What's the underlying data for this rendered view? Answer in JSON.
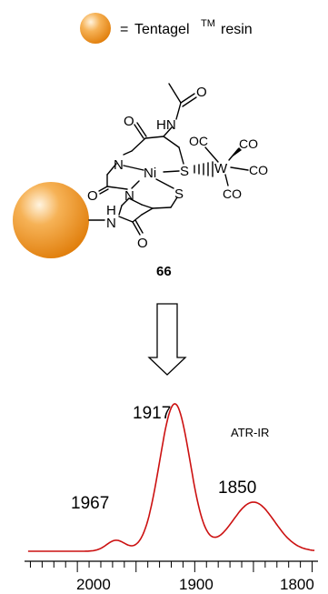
{
  "legend": {
    "equals": "=",
    "resin_name": "Tentagel",
    "resin_superscript": "TM",
    "resin_word": "resin"
  },
  "compound": {
    "number": "66",
    "atoms": {
      "o_acetyl": "O",
      "hn_top": "HN",
      "o_left": "O",
      "n_upper": "N",
      "ni": "Ni",
      "s_upper": "S",
      "w": "W",
      "o_lower_left": "O",
      "n_lower": "N",
      "s_lower": "S",
      "nh_linker": "H",
      "nh_linker_n": "N",
      "o_bottom": "O",
      "co_1": "OC",
      "co_2": "CO",
      "co_3": "CO",
      "co_4": "CO"
    }
  },
  "spectrum": {
    "label": "ATR-IR",
    "peak_labels": [
      "1967",
      "1917",
      "1850"
    ],
    "axis_ticks": [
      "2000",
      "1900",
      "1800"
    ],
    "line_color": "#cc1111",
    "x_range": [
      2045,
      1795
    ]
  },
  "colors": {
    "resin_bead": "#f0921e",
    "spectrum_line": "#cc1111"
  }
}
